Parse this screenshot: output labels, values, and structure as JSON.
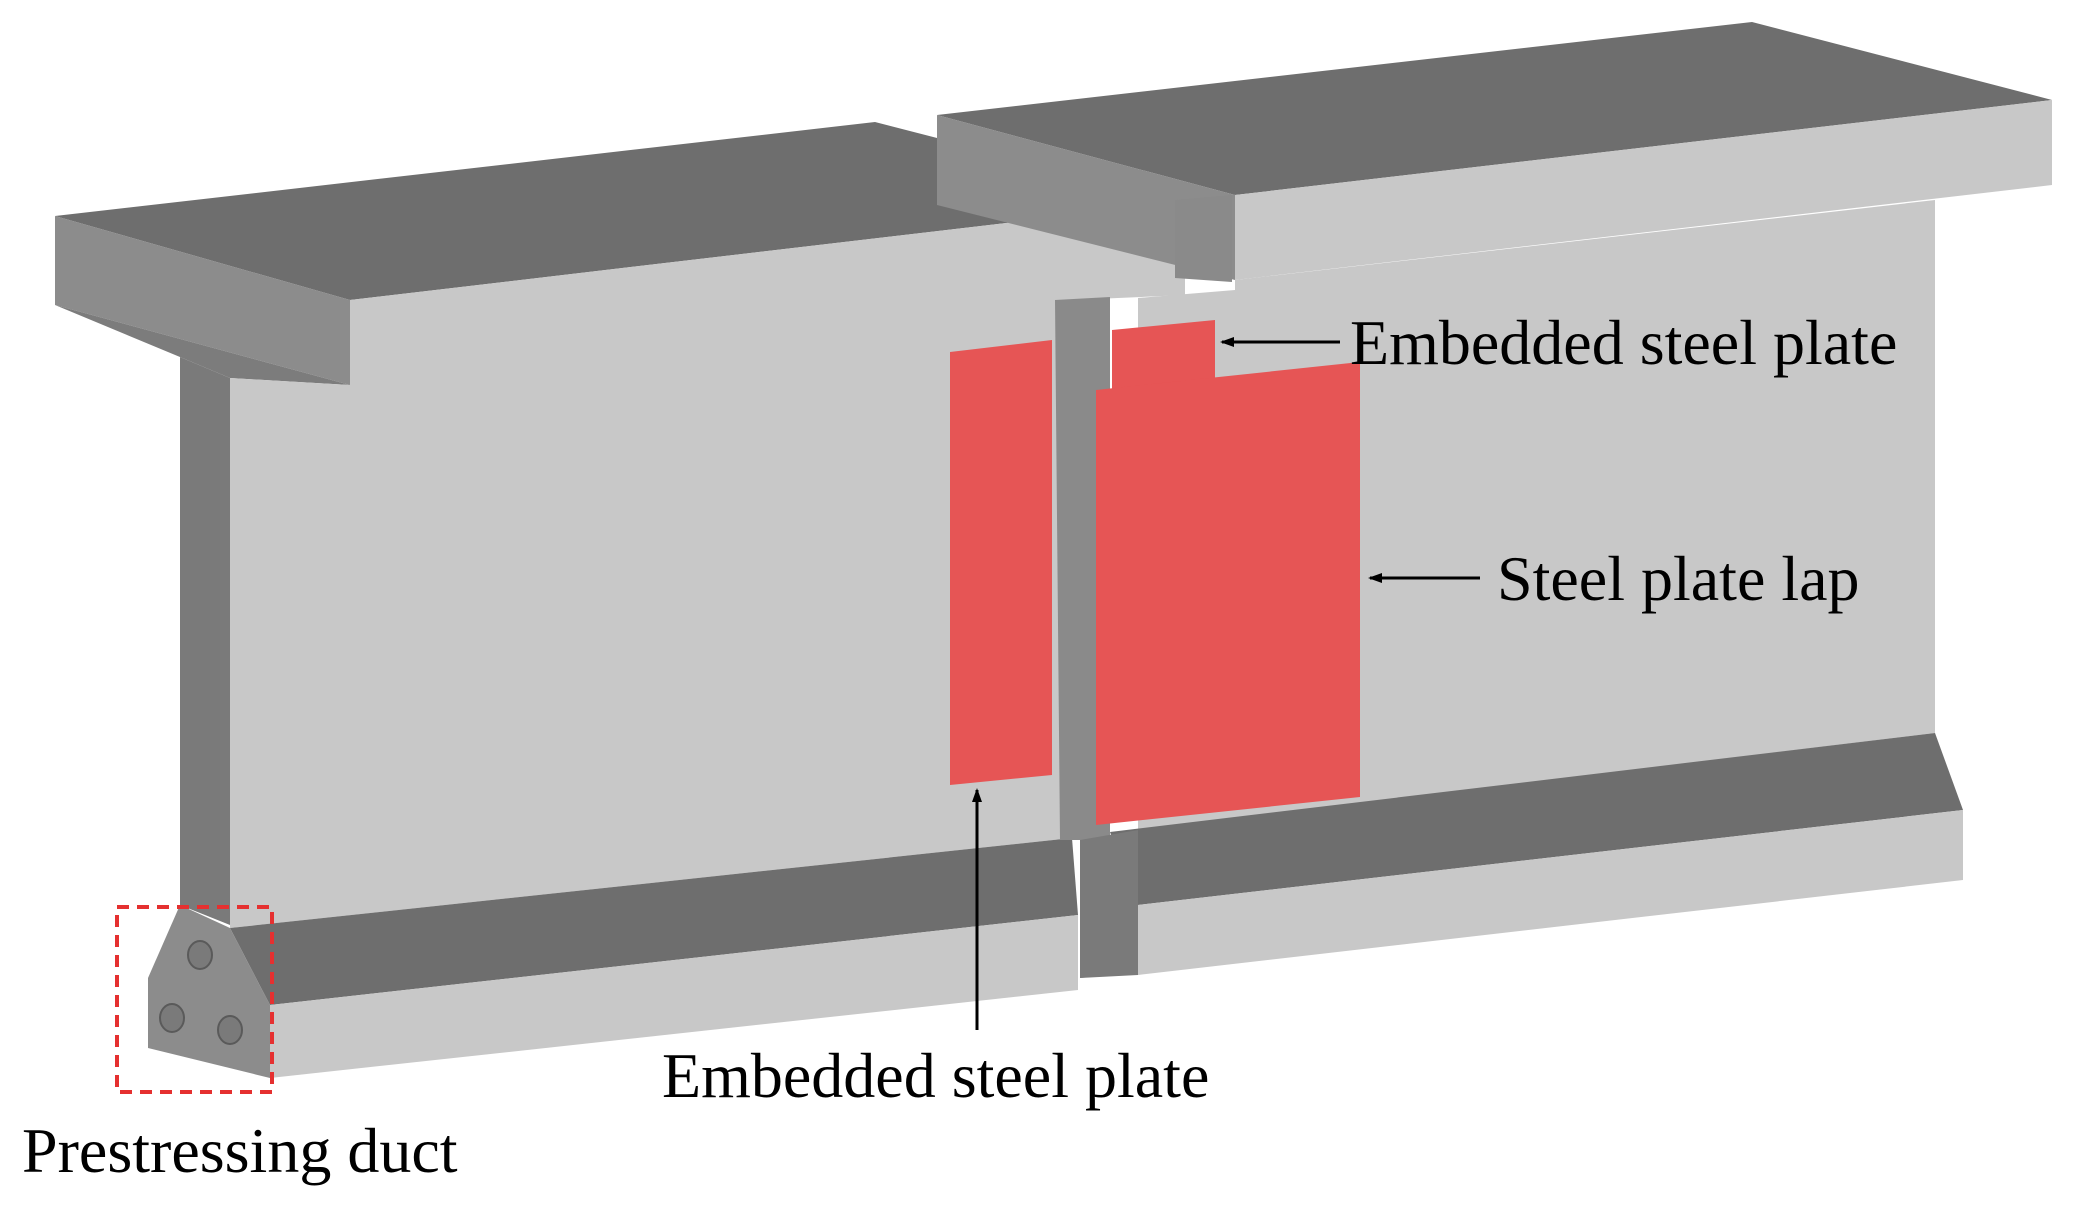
{
  "labels": {
    "embedded_top": "Embedded steel plate",
    "lap": "Steel plate lap",
    "embedded_bottom": "Embedded steel plate",
    "duct": "Prestressing duct"
  },
  "colors": {
    "background": "#ffffff",
    "concrete_light": "#c8c8c8",
    "concrete_mid": "#8c8c8c",
    "concrete_dark": "#6e6e6e",
    "steel_plate": "#e65555",
    "highlight_box": "#e53030",
    "arrow": "#000000"
  }
}
